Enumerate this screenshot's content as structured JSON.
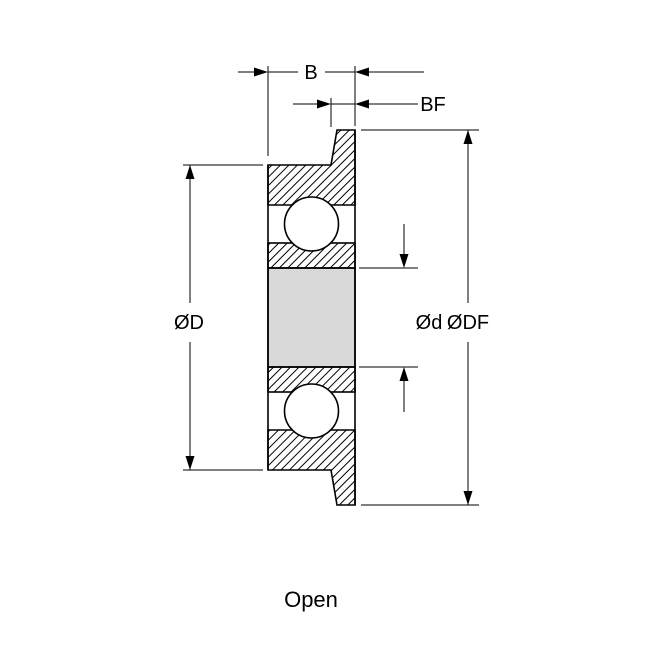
{
  "diagram": {
    "type": "flanged-ball-bearing-cross-section",
    "caption": "Open",
    "dimension_labels": {
      "width": "B",
      "flange_width": "BF",
      "outer_diameter": "ØD",
      "bore_diameter": "Ød",
      "flange_diameter": "ØDF"
    },
    "colors": {
      "line": "#000000",
      "bore_fill": "#d9d9d9",
      "ball_fill": "#ffffff",
      "background": "#ffffff"
    }
  }
}
